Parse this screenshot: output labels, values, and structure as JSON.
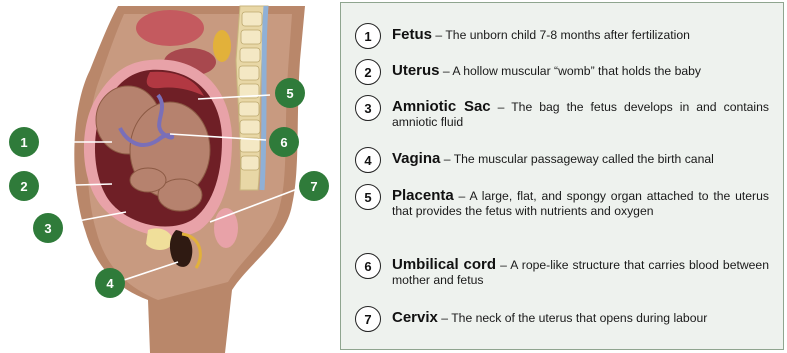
{
  "markers": [
    "1",
    "2",
    "3",
    "4",
    "5",
    "6",
    "7"
  ],
  "legend": [
    {
      "num": "1",
      "term": "Fetus",
      "sep": " – ",
      "text": "The unborn child 7-8 months after fertilization"
    },
    {
      "num": "2",
      "term": "Uterus",
      "sep": " – ",
      "text": "A hollow muscular “womb” that holds the baby"
    },
    {
      "num": "3",
      "term": "Amniotic Sac",
      "sep": " – ",
      "text": "The bag the fetus develops in and contains amniotic fluid"
    },
    {
      "num": "4",
      "term": "Vagina",
      "sep": " – ",
      "text": "The muscular passageway called the birth canal"
    },
    {
      "num": "5",
      "term": "Placenta",
      "sep": " – ",
      "text": "A large, flat, and spongy organ attached to the uterus that provides the fetus with nutrients and oxygen"
    },
    {
      "num": "6",
      "term": "Umbilical cord",
      "sep": " – ",
      "text": "A rope-like structure that carries blood between mother and fetus"
    },
    {
      "num": "7",
      "term": "Cervix",
      "sep": " – ",
      "text": "The neck of the uterus that opens during labour"
    }
  ],
  "colors": {
    "marker": "#2f7b3a",
    "skin": "#b9876a",
    "skin_dark": "#8c5a44",
    "uterus_wall": "#e8a2a8",
    "amniotic_fluid": "#6f1f26",
    "fetus": "#b6826e",
    "placenta": "#b23842",
    "spine": "#e8d7a6",
    "legend_bg": "#eef2ee"
  }
}
